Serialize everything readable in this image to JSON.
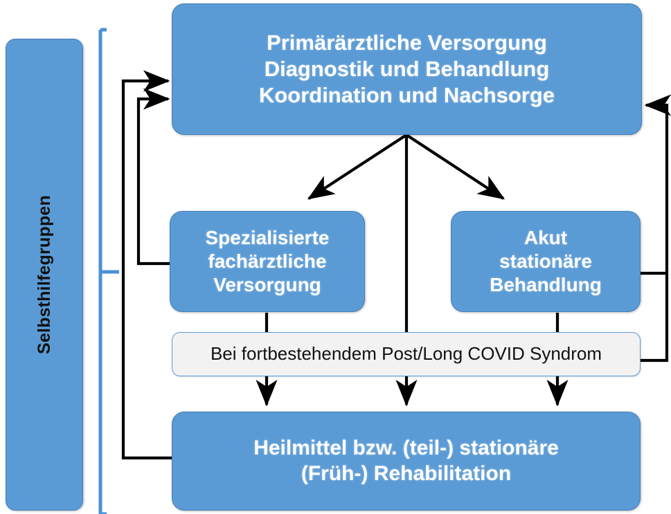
{
  "diagram": {
    "title_alt": "Versorgungspfad Post/Long COVID",
    "colors": {
      "box_fill": "#5B9BD5",
      "box_border": "#3F7FBD",
      "condition_fill": "#F2F2F2",
      "condition_border": "#5B9BD5",
      "bracket": "#4A90D9",
      "arrow": "#000000",
      "box_text": "#FFFFFF",
      "dark_text": "#111111"
    },
    "nodes": {
      "selfhelp": {
        "label": "Selbsthilfegruppen"
      },
      "primary": {
        "label": "Primärärztliche Versorgung\nDiagnostik und Behandlung\nKoordination und Nachsorge"
      },
      "specialist": {
        "label": "Spezialisierte\nfachärztliche\nVersorgung"
      },
      "acute": {
        "label": "Akut\nstationäre\nBehandlung"
      },
      "condition": {
        "label": "Bei fortbestehendem  Post/Long  COVID Syndrom"
      },
      "rehab": {
        "label": "Heilmittel bzw. (teil-) stationäre\n(Früh-) Rehabilitation"
      }
    },
    "edges": [
      {
        "from": "primary",
        "to": "specialist",
        "style": "diagonal-arrow"
      },
      {
        "from": "primary",
        "to": "rehab",
        "style": "vertical-arrow-through-condition"
      },
      {
        "from": "primary",
        "to": "acute",
        "style": "diagonal-arrow"
      },
      {
        "from": "specialist",
        "to": "rehab",
        "style": "vertical-arrow-through-condition"
      },
      {
        "from": "acute",
        "to": "rehab",
        "style": "vertical-arrow-through-condition"
      },
      {
        "from": "specialist",
        "to": "primary",
        "style": "left-feedback-arrow"
      },
      {
        "from": "rehab",
        "to": "primary",
        "style": "left-outer-feedback-arrow"
      },
      {
        "from": "acute",
        "to": "primary",
        "style": "right-feedback-arrow"
      },
      {
        "from": "condition",
        "to": "primary",
        "style": "right-feedback-arrow"
      }
    ]
  }
}
